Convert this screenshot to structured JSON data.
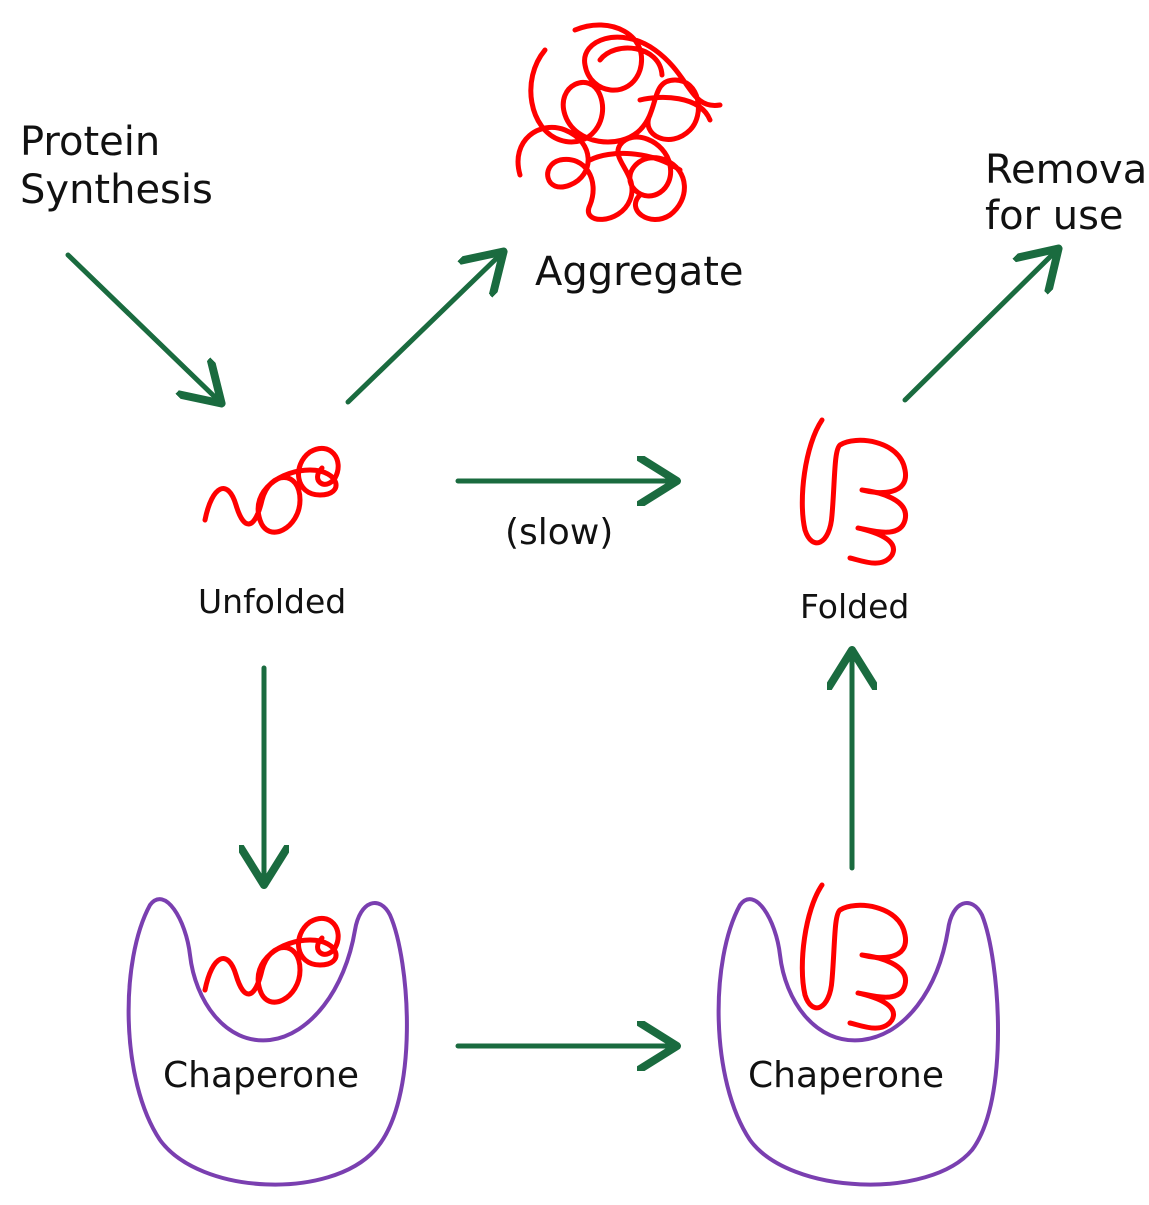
{
  "labels": {
    "protein_synthesis_line1": "Protein",
    "protein_synthesis_line2": "Synthesis",
    "aggregate": "Aggregate",
    "removal_line1": "Removal",
    "removal_line2": "for use",
    "unfolded": "Unfolded",
    "slow": "(slow)",
    "folded": "Folded",
    "chaperone_left": "Chaperone",
    "chaperone_right": "Chaperone"
  },
  "colors": {
    "protein": "#ff0000",
    "arrow": "#1a6b3f",
    "chaperone": "#7a3fb0",
    "text": "#111111"
  }
}
